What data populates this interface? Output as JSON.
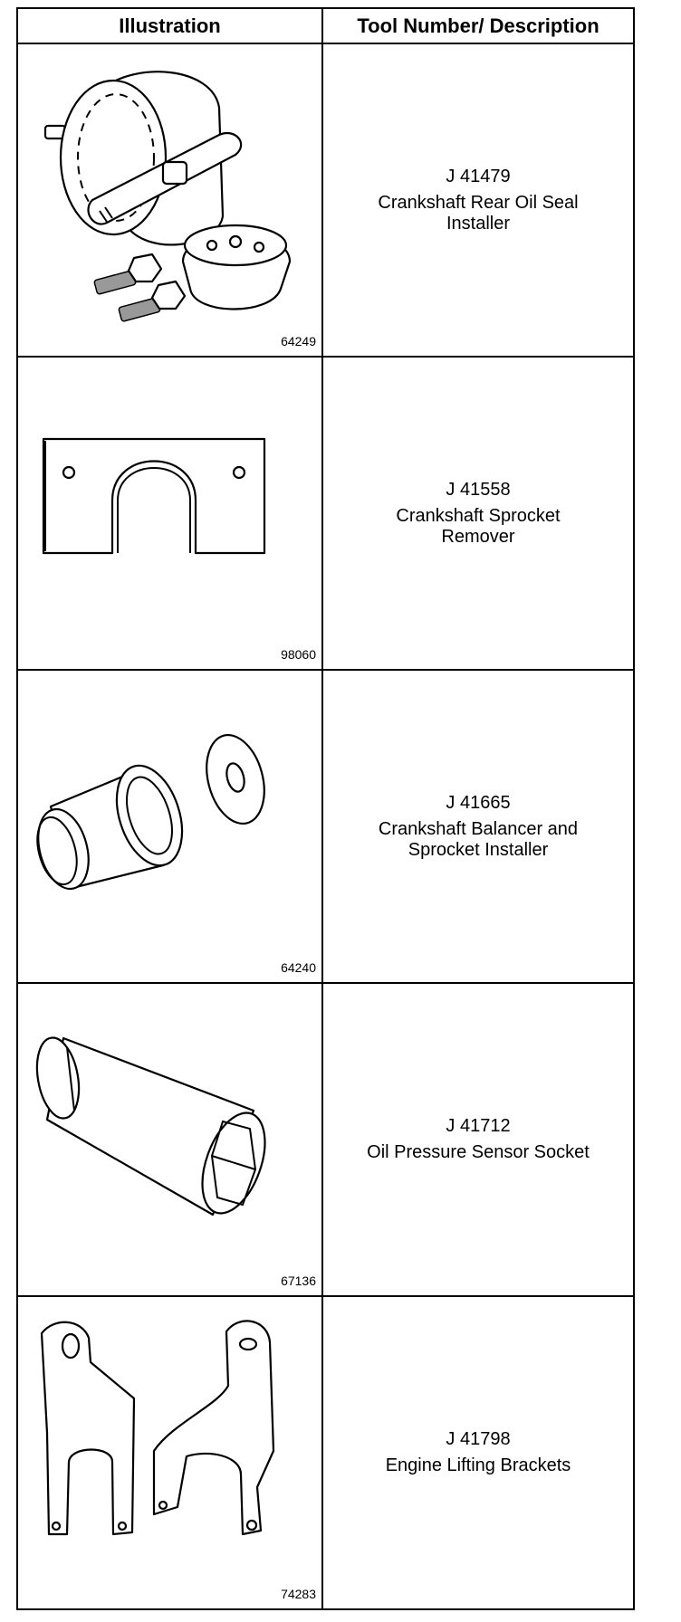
{
  "table": {
    "headers": {
      "illustration": "Illustration",
      "tool": "Tool Number/ Description"
    },
    "rows": [
      {
        "figure": "64249",
        "tool_number": "J 41479",
        "description": "Crankshaft Rear Oil Seal\nInstaller",
        "icon": "oil-seal-installer-icon"
      },
      {
        "figure": "98060",
        "tool_number": "J 41558",
        "description": "Crankshaft Sprocket\nRemover",
        "icon": "sprocket-remover-icon"
      },
      {
        "figure": "64240",
        "tool_number": "J 41665",
        "description": "Crankshaft Balancer and\nSprocket Installer",
        "icon": "balancer-installer-icon"
      },
      {
        "figure": "67136",
        "tool_number": "J 41712",
        "description": "Oil Pressure Sensor Socket",
        "icon": "sensor-socket-icon"
      },
      {
        "figure": "74283",
        "tool_number": "J 41798",
        "description": "Engine Lifting Brackets",
        "icon": "lifting-brackets-icon"
      }
    ]
  }
}
